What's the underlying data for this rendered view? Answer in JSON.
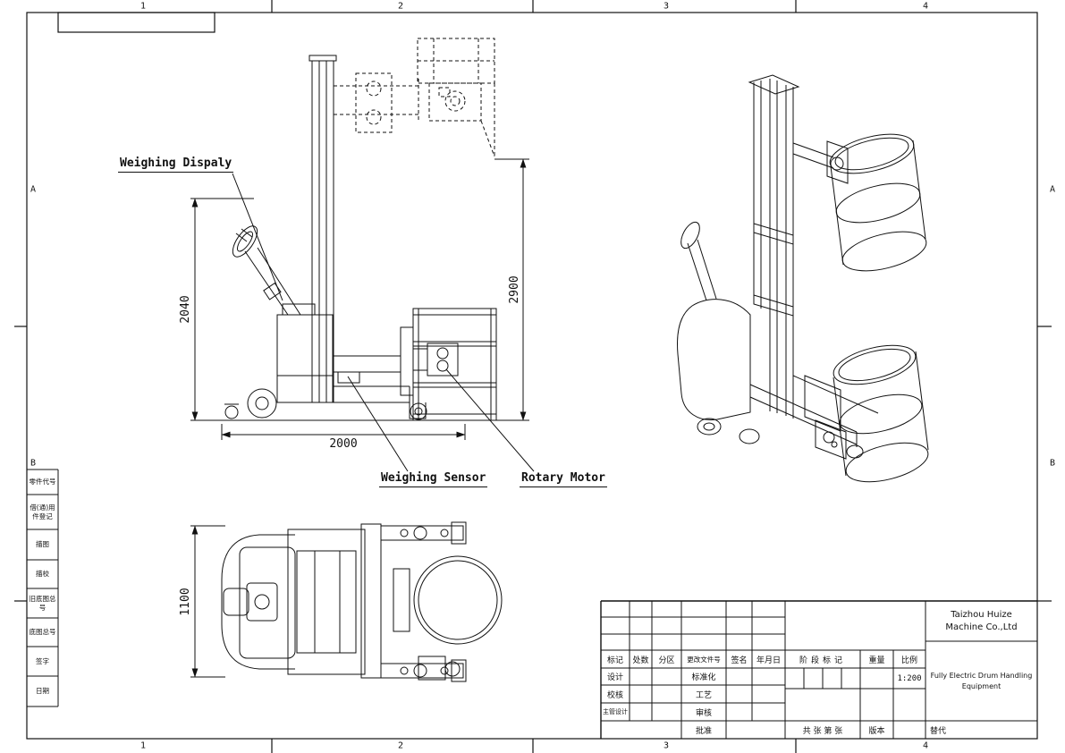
{
  "colors": {
    "line": "#111111",
    "background": "#ffffff"
  },
  "sheet": {
    "zones_top": [
      "1",
      "2",
      "3",
      "4"
    ],
    "zones_bottom": [
      "1",
      "2",
      "3",
      "4"
    ],
    "zones_left": [
      "A",
      "B"
    ],
    "zones_right": [
      "A",
      "B"
    ]
  },
  "left_strip": {
    "labels": [
      "零件代号",
      "借(通)用件登记",
      "描图",
      "描校",
      "旧底图总号",
      "底图总号",
      "签字",
      "日期"
    ]
  },
  "annotations": {
    "weighing_display": "Weighing Dispaly",
    "weighing_sensor": "Weighing Sensor",
    "rotary_motor": "Rotary Motor"
  },
  "dimensions": {
    "overall_height": "2040",
    "lift_height": "2900",
    "overall_length": "2000",
    "overall_width": "1100"
  },
  "title_block": {
    "company_line1": "Taizhou Huize",
    "company_line2": "Machine Co.,Ltd",
    "title_line1": "Fully Electric Drum Handling",
    "title_line2": "Equipment",
    "rev_headers": [
      "标记",
      "处数",
      "分区",
      "更改文件号",
      "签名",
      "年月日"
    ],
    "roles": {
      "design": "设计",
      "standardization": "标准化",
      "check": "校核",
      "process": "工艺",
      "chief_design": "主管设计",
      "audit": "审核",
      "approve": "批准"
    },
    "stage_mark": "阶段标记",
    "weight": "重量",
    "scale": "比例",
    "scale_value": "1:200",
    "sheet_info": "共 张 第 张",
    "version": "版本",
    "substitute": "替代"
  }
}
